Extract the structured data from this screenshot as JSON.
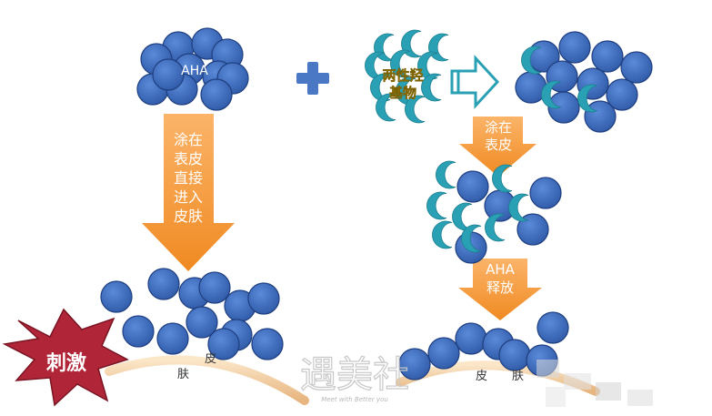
{
  "colors": {
    "ball_fill": "#3f6fc2",
    "ball_stroke": "#1f3f80",
    "crescent": "#2aa0b5",
    "arrow": "#f59a3a",
    "plus": "#4a78c4",
    "burst": "#b02638",
    "skin": "#f3d3a8",
    "molecule_text": "#e8c21a"
  },
  "left": {
    "aha_label": "AHA",
    "arrow_lines": [
      "涂在",
      "表皮",
      "直接",
      "进入",
      "皮肤"
    ],
    "irritation_label": "刺激",
    "skin_chars": [
      "皮",
      "肤"
    ]
  },
  "right": {
    "molecule_lines": [
      "两性羟",
      "基物"
    ],
    "arrow1_lines": [
      "涂在",
      "表皮"
    ],
    "arrow2_lines": [
      "AHA",
      "释放"
    ],
    "skin_chars": [
      "皮",
      "肤"
    ]
  },
  "watermark": {
    "main": "遇美社",
    "sub": "Meet with Better you"
  }
}
